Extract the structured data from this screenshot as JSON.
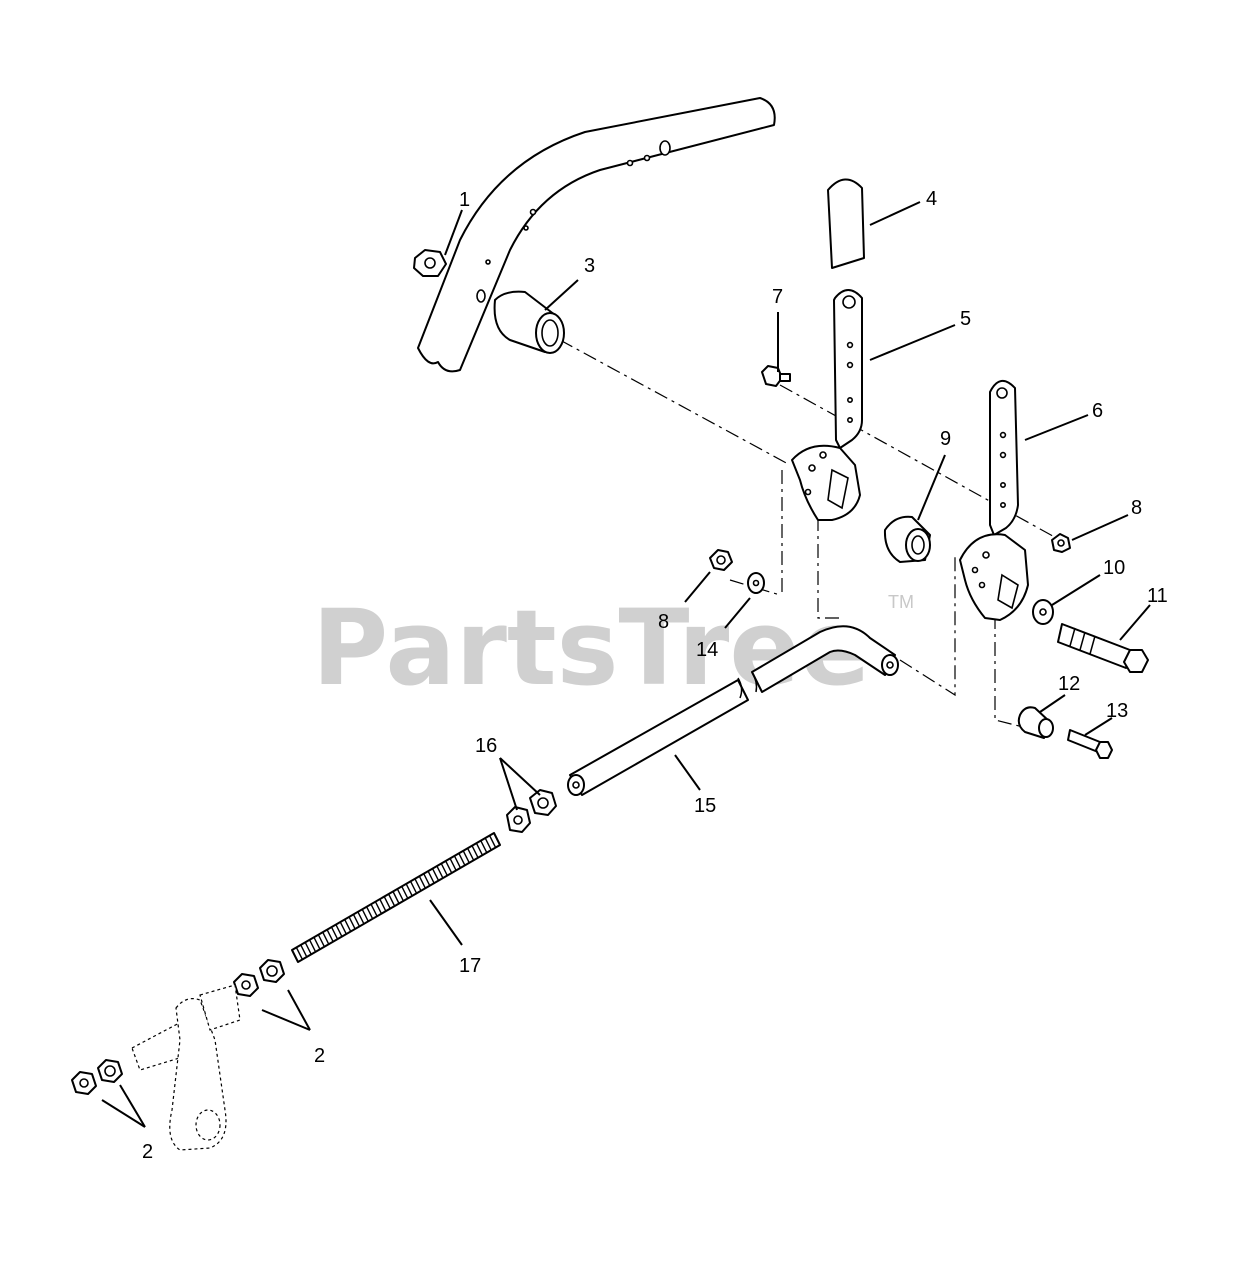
{
  "watermark": {
    "brand": "PartsTree",
    "trademark": "TM"
  },
  "callouts": [
    {
      "id": "c1",
      "label": "1"
    },
    {
      "id": "c2a",
      "label": "2"
    },
    {
      "id": "c2b",
      "label": "2"
    },
    {
      "id": "c3",
      "label": "3"
    },
    {
      "id": "c4",
      "label": "4"
    },
    {
      "id": "c5",
      "label": "5"
    },
    {
      "id": "c6",
      "label": "6"
    },
    {
      "id": "c7",
      "label": "7"
    },
    {
      "id": "c8a",
      "label": "8"
    },
    {
      "id": "c8b",
      "label": "8"
    },
    {
      "id": "c9",
      "label": "9"
    },
    {
      "id": "c10",
      "label": "10"
    },
    {
      "id": "c11",
      "label": "11"
    },
    {
      "id": "c12",
      "label": "12"
    },
    {
      "id": "c13",
      "label": "13"
    },
    {
      "id": "c14",
      "label": "14"
    },
    {
      "id": "c15",
      "label": "15"
    },
    {
      "id": "c16",
      "label": "16"
    },
    {
      "id": "c17",
      "label": "17"
    }
  ]
}
